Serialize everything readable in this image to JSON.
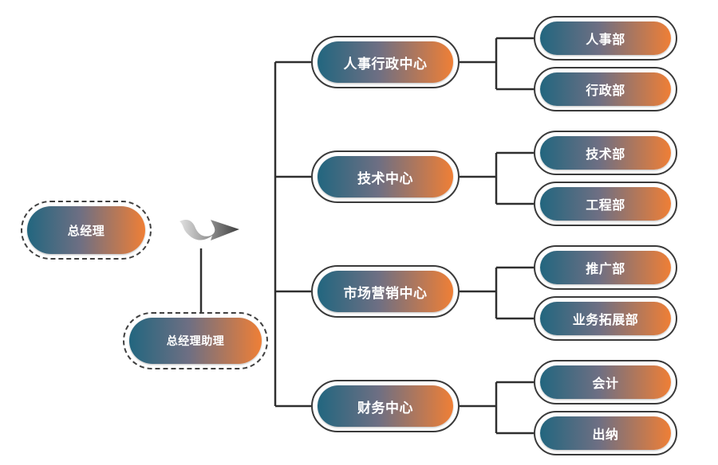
{
  "colors": {
    "gradient_start": "#22667f",
    "gradient_end": "#ef7f36",
    "line": "#2f2f2f",
    "arrow_dark": "#4a4a4a",
    "arrow_light": "#d8d8d8"
  },
  "root": {
    "label": "总经理"
  },
  "assistant": {
    "label": "总经理助理"
  },
  "centers": [
    {
      "label": "人事行政中心",
      "departments": [
        {
          "label": "人事部"
        },
        {
          "label": "行政部"
        }
      ]
    },
    {
      "label": "技术中心",
      "departments": [
        {
          "label": "技术部"
        },
        {
          "label": "工程部"
        }
      ]
    },
    {
      "label": "市场营销中心",
      "departments": [
        {
          "label": "推广部"
        },
        {
          "label": "业务拓展部"
        }
      ]
    },
    {
      "label": "财务中心",
      "departments": [
        {
          "label": "会计"
        },
        {
          "label": "出纳"
        }
      ]
    }
  ]
}
